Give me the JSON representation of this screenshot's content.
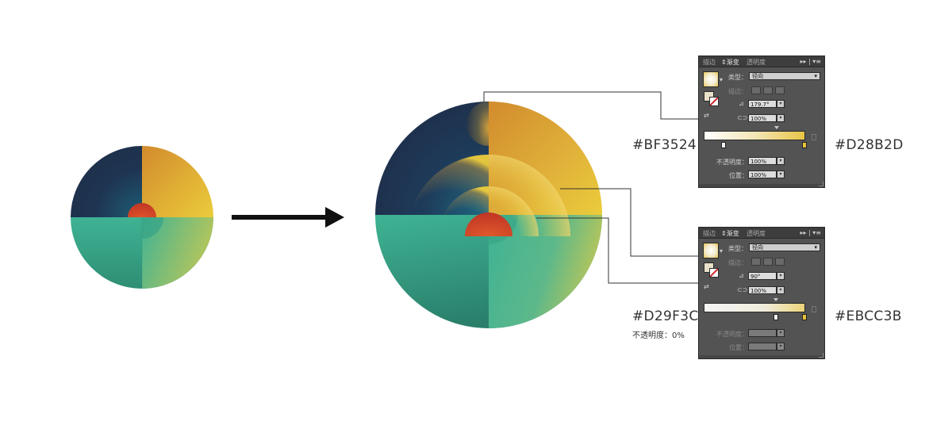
{
  "labels": {
    "top_left_hex": "#BF3524",
    "top_right_hex": "#D28B2D",
    "bottom_left_hex": "#D29F3C",
    "bottom_left_opacity": "不透明度：0%",
    "bottom_right_hex": "#EBCC3B"
  },
  "colors": {
    "navy": "#1E2E49",
    "teal_blue": "#1D5F78",
    "orange": "#D28B2D",
    "yellow": "#EBCC3B",
    "red": "#BF3524",
    "green": "#3FB394",
    "dark_green": "#2A7F6A",
    "lime": "#B8C65A"
  },
  "panel_top": {
    "tabs": [
      "描边",
      "渐变",
      "透明度"
    ],
    "type_label": "类型：",
    "type_value": "径向",
    "stroke_label": "描边：",
    "angle_value": "179.7°",
    "aspect_value": "100%",
    "opacity_label": "不透明度：",
    "opacity_value": "100%",
    "location_label": "位置：",
    "location_value": "100%"
  },
  "panel_bottom": {
    "tabs": [
      "描边",
      "渐变",
      "透明度"
    ],
    "type_label": "类型：",
    "type_value": "径向",
    "stroke_label": "描边：",
    "angle_value": "90°",
    "aspect_value": "100%",
    "opacity_label": "不透明度：",
    "location_label": "位置："
  }
}
